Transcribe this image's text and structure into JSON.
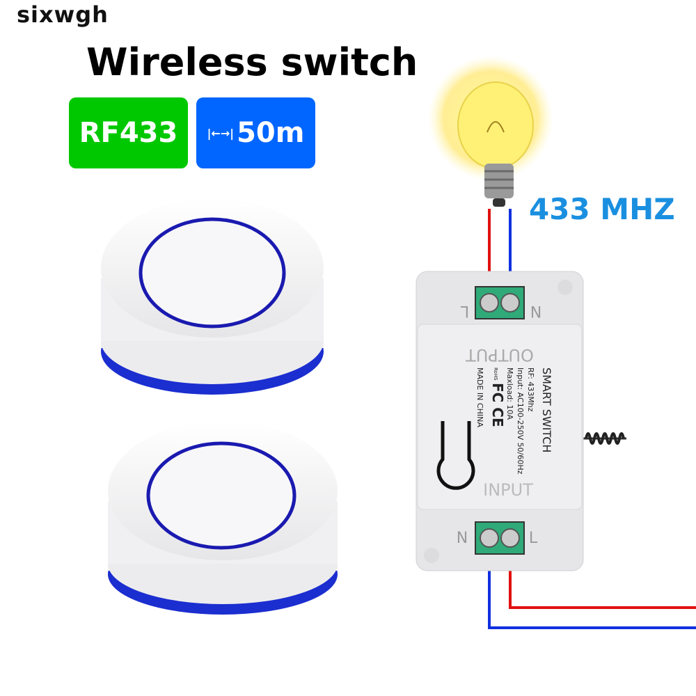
{
  "brand": "sixwgh",
  "title": "Wireless switch",
  "badges": {
    "protocol": "RF433",
    "range_arrow": "|←→|",
    "range": "50m"
  },
  "frequency": "433 MHZ",
  "module": {
    "output_label": "OUTPUT",
    "input_label": "INPUT",
    "name": "SMART SWITCH",
    "rf": "RF: 433Mhz",
    "input": "Input: AC100-250V 50/60Hz",
    "maxload": "Maxload: 10A",
    "origin": "MADE IN CHINA",
    "certs": "FC CE",
    "rohs": "RoHS",
    "terminals_top": [
      "L",
      "N"
    ],
    "terminals_bottom": [
      "N",
      "L"
    ]
  },
  "colors": {
    "green": "#00c800",
    "blue": "#0066ff",
    "freq": "#1a8fe0",
    "wire_red": "#e01010",
    "wire_blue": "#1030e0",
    "remote_ring": "#1a1ab0"
  }
}
